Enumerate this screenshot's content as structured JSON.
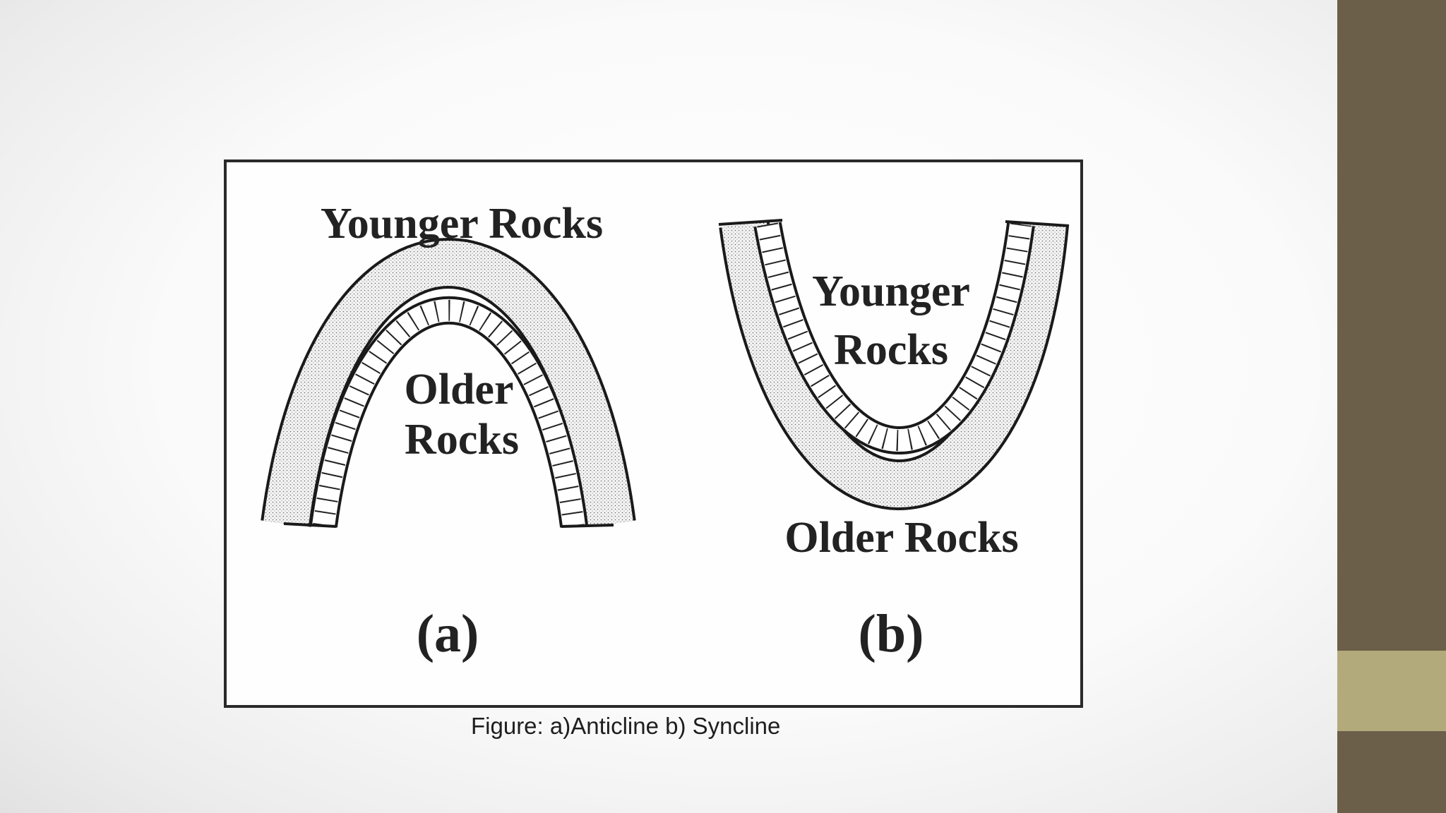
{
  "figure": {
    "panel_a": {
      "marker": "(a)",
      "outer_label": "Younger Rocks",
      "inner_label_line1": "Older",
      "inner_label_line2": "Rocks"
    },
    "panel_b": {
      "marker": "(b)",
      "inner_label_line1": "Younger",
      "inner_label_line2": "Rocks",
      "outer_label": "Older Rocks"
    },
    "caption": "Figure: a)Anticline b) Syncline"
  },
  "theme": {
    "side_bar_color": "#6b5f49",
    "side_accent_color": "#b3aa7c"
  }
}
